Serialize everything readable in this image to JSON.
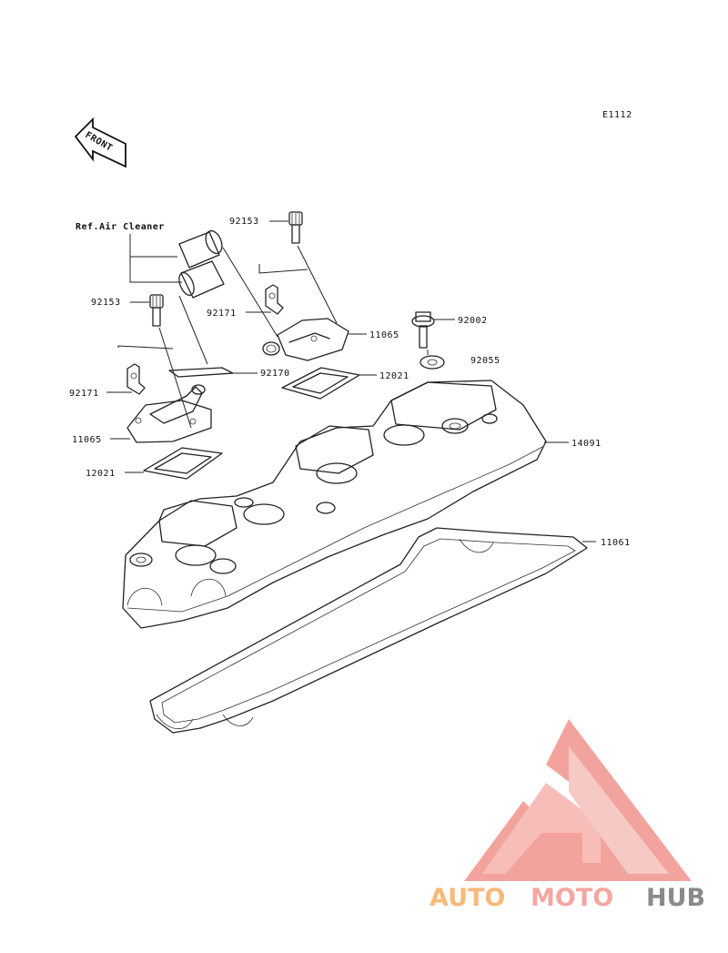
{
  "diagram": {
    "code": "E1112",
    "front_label": "FRONT",
    "ref_label": "Ref.Air Cleaner",
    "parts": {
      "bolt_right": "92153",
      "clamp_right": "92171",
      "pipe_right": "11065",
      "bolt_washer": "92002",
      "washer": "92055",
      "gasket_right": "12021",
      "bolt_left": "92153",
      "gasket_strip": "92170",
      "clamp_left": "92171",
      "pipe_left": "11065",
      "gasket_left": "12021",
      "cylinder_head_cover": "14091",
      "cover_gasket": "11061"
    }
  },
  "watermark": {
    "word_1": "AUTO",
    "word_2": "MOTO",
    "word_3": "HUB",
    "colors": {
      "auto": "#f9b979",
      "moto": "#f4a6a0",
      "hub": "#8a8a8a",
      "triangle": "#f28c86"
    }
  }
}
